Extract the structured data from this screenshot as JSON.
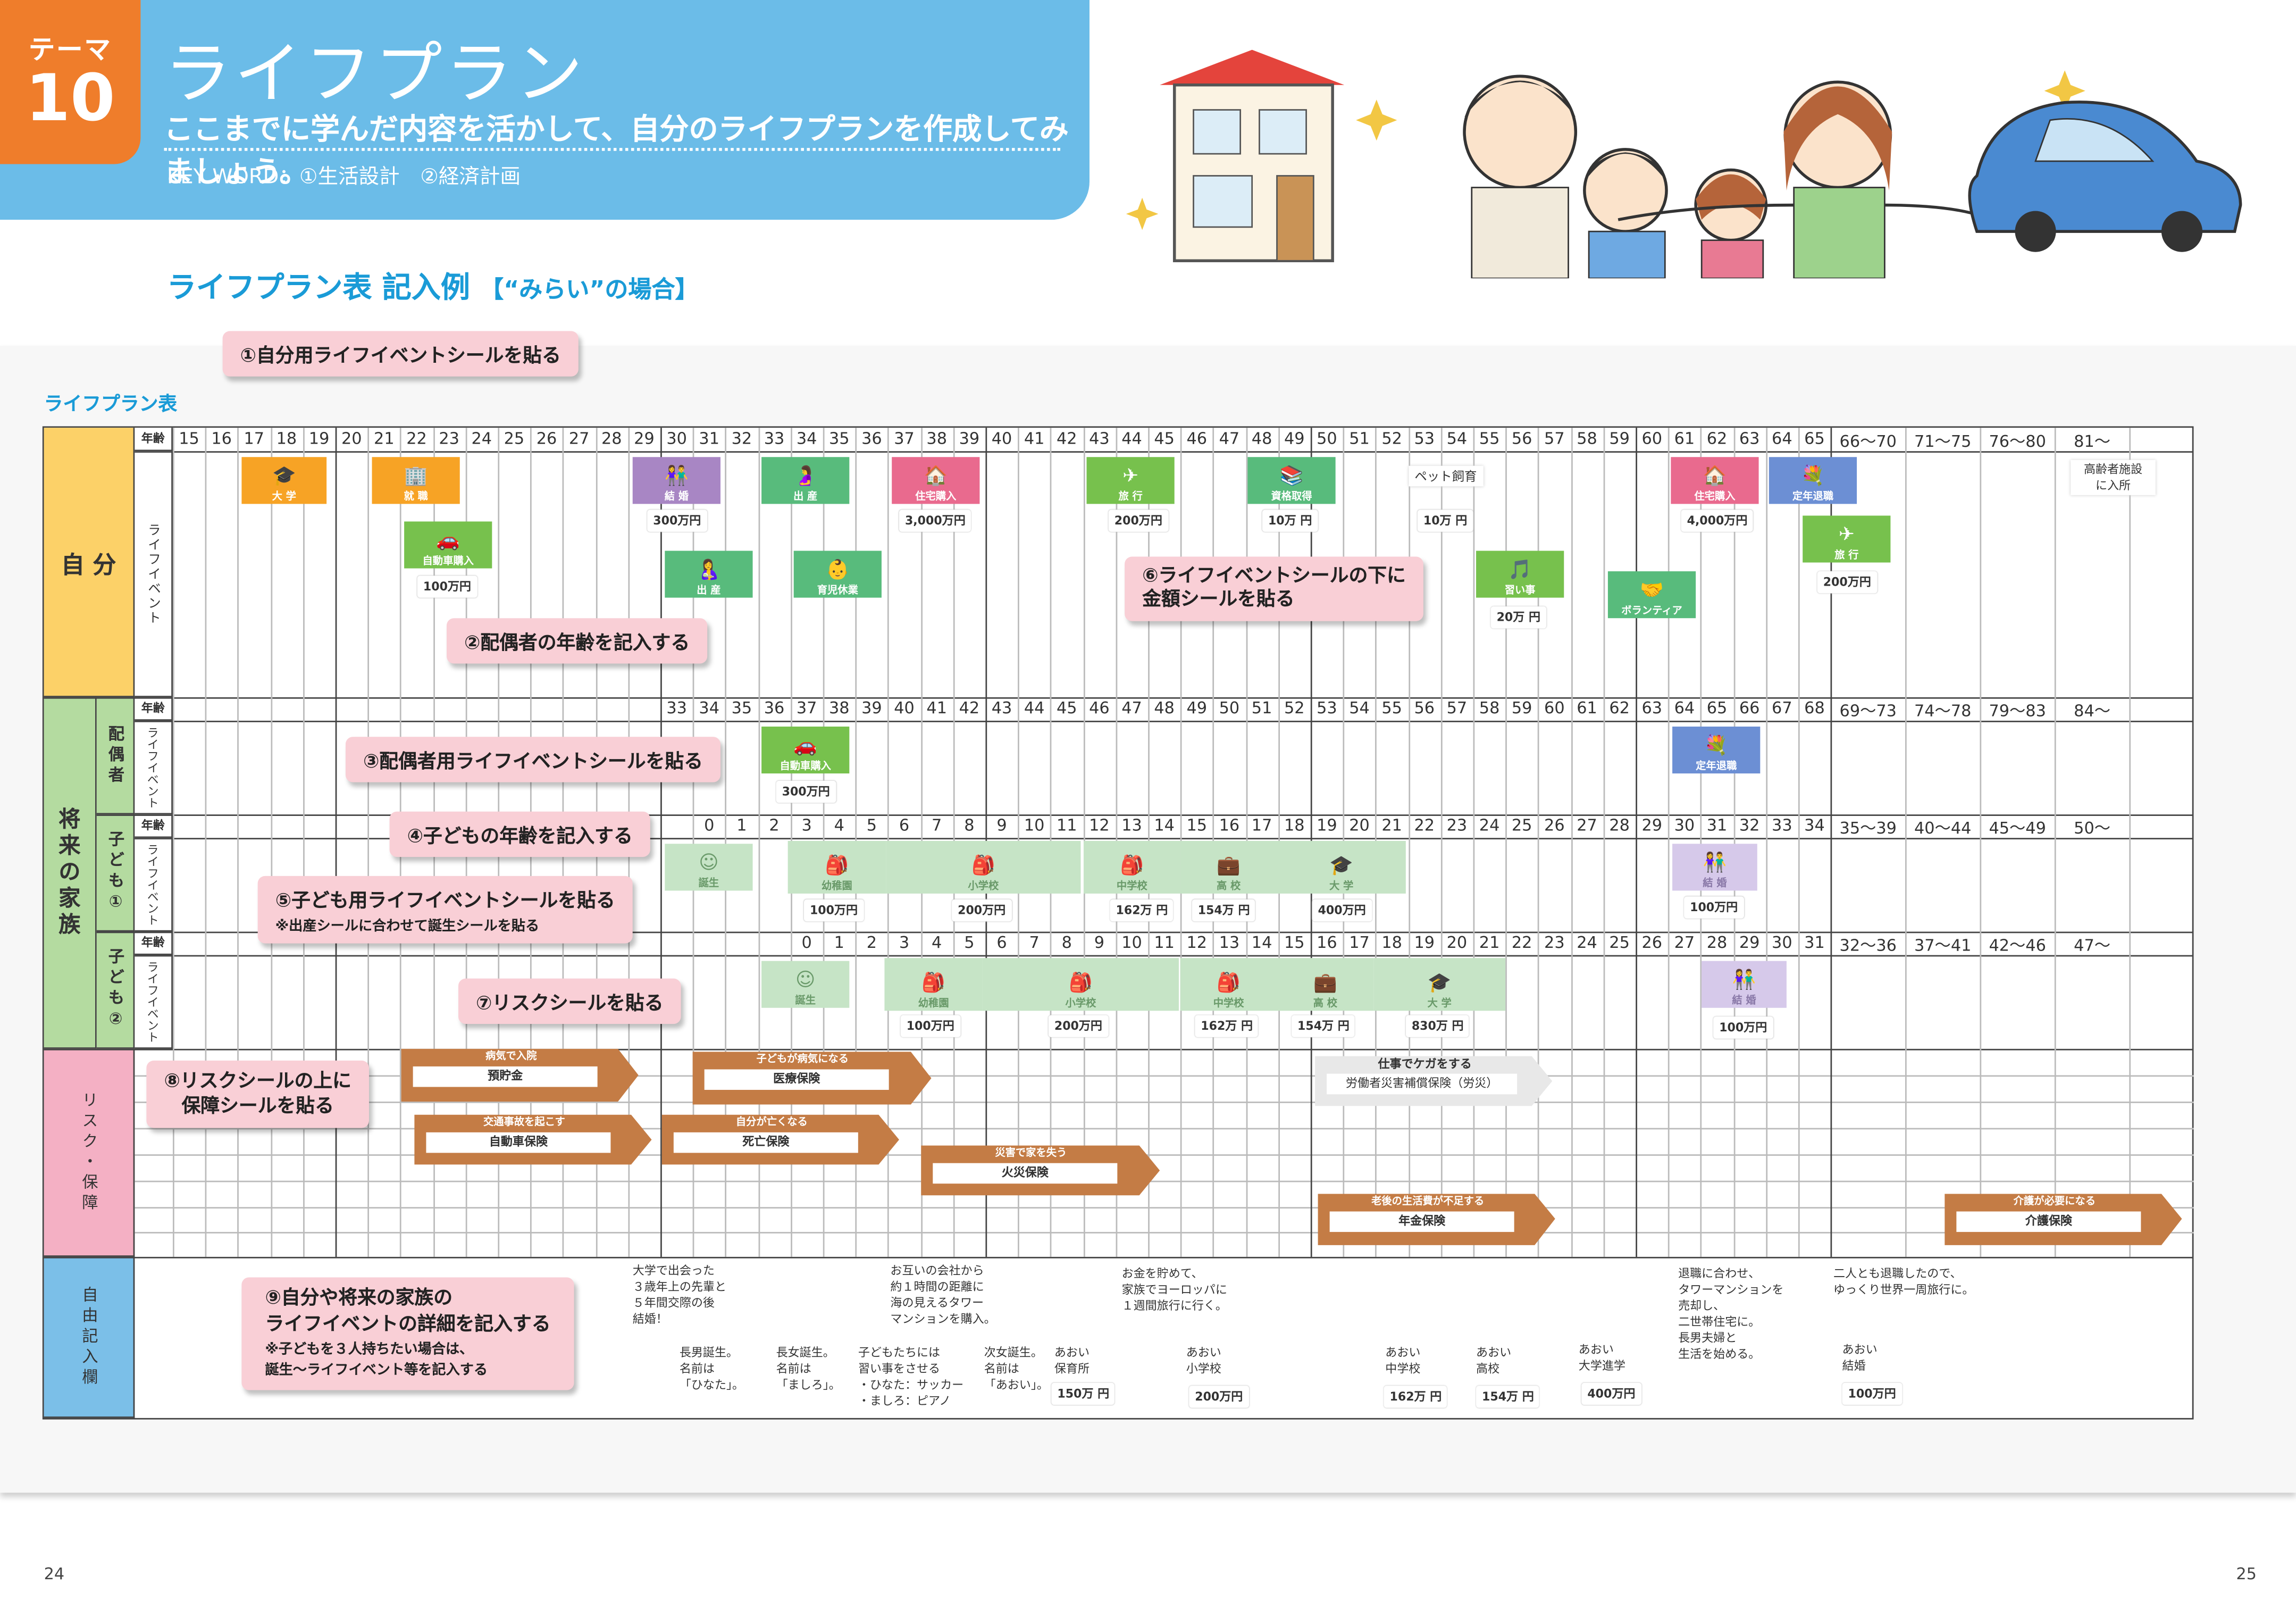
{
  "header": {
    "theme_label": "テーマ",
    "theme_number": "10",
    "title": "ライフプラン",
    "subtitle": "ここまでに学んだ内容を活かして、自分のライフプランを作成してみましょう。",
    "keyword": "KEY WORD：①生活設計　②経済計画"
  },
  "section_title": "ライフプラン表 記入例",
  "section_title_suffix": "【“みらい”の場合】",
  "table_label": "ライフプラン表",
  "ages_self": [
    "15",
    "16",
    "17",
    "18",
    "19",
    "20",
    "21",
    "22",
    "23",
    "24",
    "25",
    "26",
    "27",
    "28",
    "29",
    "30",
    "31",
    "32",
    "33",
    "34",
    "35",
    "36",
    "37",
    "38",
    "39",
    "40",
    "41",
    "42",
    "43",
    "44",
    "45",
    "46",
    "47",
    "48",
    "49",
    "50",
    "51",
    "52",
    "53",
    "54",
    "55",
    "56",
    "57",
    "58",
    "59",
    "60",
    "61",
    "62",
    "63",
    "64",
    "65",
    "66～70",
    "71～75",
    "76～80",
    "81～"
  ],
  "ages_spouse": [
    "33",
    "34",
    "35",
    "36",
    "37",
    "38",
    "39",
    "40",
    "41",
    "42",
    "43",
    "44",
    "45",
    "46",
    "47",
    "48",
    "49",
    "50",
    "51",
    "52",
    "53",
    "54",
    "55",
    "56",
    "57",
    "58",
    "59",
    "60",
    "61",
    "62",
    "63",
    "64",
    "65",
    "66",
    "67",
    "68",
    "69～73",
    "74～78",
    "79～83",
    "84～"
  ],
  "ages_child1": [
    "0",
    "1",
    "2",
    "3",
    "4",
    "5",
    "6",
    "7",
    "8",
    "9",
    "10",
    "11",
    "12",
    "13",
    "14",
    "15",
    "16",
    "17",
    "18",
    "19",
    "20",
    "21",
    "22",
    "23",
    "24",
    "25",
    "26",
    "27",
    "28",
    "29",
    "30",
    "31",
    "32",
    "33",
    "34",
    "35～39",
    "40～44",
    "45～49",
    "50～"
  ],
  "ages_child2": [
    "0",
    "1",
    "2",
    "3",
    "4",
    "5",
    "6",
    "7",
    "8",
    "9",
    "10",
    "11",
    "12",
    "13",
    "14",
    "15",
    "16",
    "17",
    "18",
    "19",
    "20",
    "21",
    "22",
    "23",
    "24",
    "25",
    "26",
    "27",
    "28",
    "29",
    "30",
    "31",
    "32～36",
    "37～41",
    "42～46",
    "47～"
  ],
  "labels": {
    "age": "年齢",
    "self": "自 分",
    "life_event": "ライフイベント",
    "spouse": "配偶者",
    "spouse_event": "ライフイベント",
    "family": "将来の家族",
    "child1": "子ども①",
    "child2": "子ども②",
    "risk": "リスク・保障",
    "free": "自由記入欄"
  },
  "self_events": [
    {
      "label": "大 学",
      "icon": "🎓"
    },
    {
      "label": "就 職",
      "icon": "🏢"
    },
    {
      "label": "自動車購入",
      "icon": "🚗",
      "money": "100万円"
    },
    {
      "label": "結 婚",
      "icon": "👫",
      "money": "300万円"
    },
    {
      "label": "出 産",
      "icon": "🤰"
    },
    {
      "label": "出 産",
      "icon": "🤱"
    },
    {
      "label": "育児休業",
      "icon": "👶"
    },
    {
      "label": "住宅購入",
      "icon": "🏠",
      "money": "3,000万円"
    },
    {
      "label": "旅 行",
      "icon": "✈",
      "money": "200万円"
    },
    {
      "label": "資格取得",
      "icon": "📚",
      "money": "10万 円"
    },
    {
      "label": "ペット飼育",
      "money": "10万 円"
    },
    {
      "label": "習い事",
      "icon": "🎵",
      "money": "20万 円"
    },
    {
      "label": "ボランティア",
      "icon": "🤝"
    },
    {
      "label": "住宅購入",
      "icon": "🏠",
      "money": "4,000万円"
    },
    {
      "label": "定年退職",
      "icon": "💐"
    },
    {
      "label": "旅 行",
      "icon": "✈",
      "money": "200万円"
    },
    {
      "label": "高齢者施設\nに入所"
    }
  ],
  "spouse_events": [
    {
      "label": "自動車購入",
      "icon": "🚗",
      "money": "300万円"
    },
    {
      "label": "定年退職",
      "icon": "💐"
    }
  ],
  "child1_events": [
    {
      "label": "誕生",
      "icon": "☺"
    },
    {
      "label": "幼稚園",
      "icon": "🎒",
      "money": "100万円"
    },
    {
      "label": "小学校",
      "icon": "🎒",
      "money": "200万円"
    },
    {
      "label": "中学校",
      "icon": "🎒",
      "money": "162万 円"
    },
    {
      "label": "高 校",
      "icon": "💼",
      "money": "154万 円"
    },
    {
      "label": "大 学",
      "icon": "🎓",
      "money": "400万円"
    },
    {
      "label": "結 婚",
      "icon": "👫",
      "money": "100万円"
    }
  ],
  "child2_events": [
    {
      "label": "誕生",
      "icon": "☺"
    },
    {
      "label": "幼稚園",
      "icon": "🎒",
      "money": "100万円"
    },
    {
      "label": "小学校",
      "icon": "🎒",
      "money": "200万円"
    },
    {
      "label": "中学校",
      "icon": "🎒",
      "money": "162万 円"
    },
    {
      "label": "高 校",
      "icon": "💼",
      "money": "154万 円"
    },
    {
      "label": "大 学",
      "icon": "🎓",
      "money": "830万 円"
    },
    {
      "label": "結 婚",
      "icon": "👫",
      "money": "100万円"
    }
  ],
  "risks": [
    {
      "head": "病気で入院",
      "body": "預貯金"
    },
    {
      "head": "子どもが病気になる",
      "body": "医療保険"
    },
    {
      "head": "交通事故を起こす",
      "body": "自動車保険"
    },
    {
      "head": "自分が亡くなる",
      "body": "死亡保険"
    },
    {
      "head": "災害で家を失う",
      "body": "火災保険"
    },
    {
      "head": "仕事でケガをする",
      "body": "労働者災害補償保険（労災）"
    },
    {
      "head": "老後の生活費が不足する",
      "body": "年金保険"
    },
    {
      "head": "介護が必要になる",
      "body": "介護保険"
    }
  ],
  "free_notes": [
    {
      "text": "大学で出会った\n３歳年上の先輩と\n５年間交際の後\n結婚！"
    },
    {
      "text": "長男誕生。\n名前は\n「ひなた」。"
    },
    {
      "text": "長女誕生。\n名前は\n「ましろ」。"
    },
    {
      "text": "子どもたちには\n習い事をさせる\n・ひなた：サッカー\n・ましろ：ピアノ"
    },
    {
      "text": "お互いの会社から\n約１時間の距離に\n海の見えるタワー\nマンションを購入。"
    },
    {
      "text": "次女誕生。\n名前は\n「あおい」。"
    },
    {
      "text": "あおい\n保育所",
      "money": "150万 円"
    },
    {
      "text": "お金を貯めて、\n家族でヨーロッパに\n１週間旅行に行く。"
    },
    {
      "text": "あおい\n小学校",
      "money": "200万円"
    },
    {
      "text": "あおい\n中学校",
      "money": "162万 円"
    },
    {
      "text": "あおい\n高校",
      "money": "154万 円"
    },
    {
      "text": "あおい\n大学進学",
      "money": "400万円"
    },
    {
      "text": "退職に合わせ、\nタワーマンションを\n売却し、\n二世帯住宅に。\n長男夫婦と\n生活を始める。"
    },
    {
      "text": "あおい\n結婚",
      "money": "100万円"
    },
    {
      "text": "二人とも退職したので、\nゆっくり世界一周旅行に。"
    }
  ],
  "callouts": [
    {
      "text": "①自分用ライフイベントシールを貼る"
    },
    {
      "text": "②配偶者の年齢を記入する"
    },
    {
      "text": "③配偶者用ライフイベントシールを貼る"
    },
    {
      "text": "④子どもの年齢を記入する"
    },
    {
      "text": "⑤子ども用ライフイベントシールを貼る",
      "note": "※出産シールに合わせて誕生シールを貼る"
    },
    {
      "text": "⑥ライフイベントシールの下に\n金額シールを貼る"
    },
    {
      "text": "⑦リスクシールを貼る"
    },
    {
      "text": "⑧リスクシールの上に\n保障シールを貼る"
    },
    {
      "text": "⑨自分や将来の家族の\nライフイベントの詳細を記入する",
      "note": "※子どもを３人持ちたい場合は、\n誕生～ライフイベント等を記入する"
    }
  ],
  "page_left": "24",
  "page_right": "25",
  "colors": {
    "header_blue": "#6bbce8",
    "theme_orange": "#ef7d2b",
    "accent_blue": "#1a9bd7",
    "self_bg": "#fcd168",
    "family_bg": "#b4dba0",
    "risk_bg": "#f4b0c4",
    "free_bg": "#7bbfe8",
    "callout_pink": "#f9cfd6",
    "risk_brown": "#c47c45",
    "orange": "#f7a325",
    "green": "#77c14d",
    "purple": "#a886c4",
    "teal": "#58bb7c",
    "pink": "#e96a8e",
    "child_green": "#c6e4c6",
    "lavender": "#d6c9ea",
    "blue": "#6c8fd4"
  },
  "icons": [
    "house-illustration",
    "family-illustration",
    "car-illustration",
    "sparkle-icon"
  ]
}
